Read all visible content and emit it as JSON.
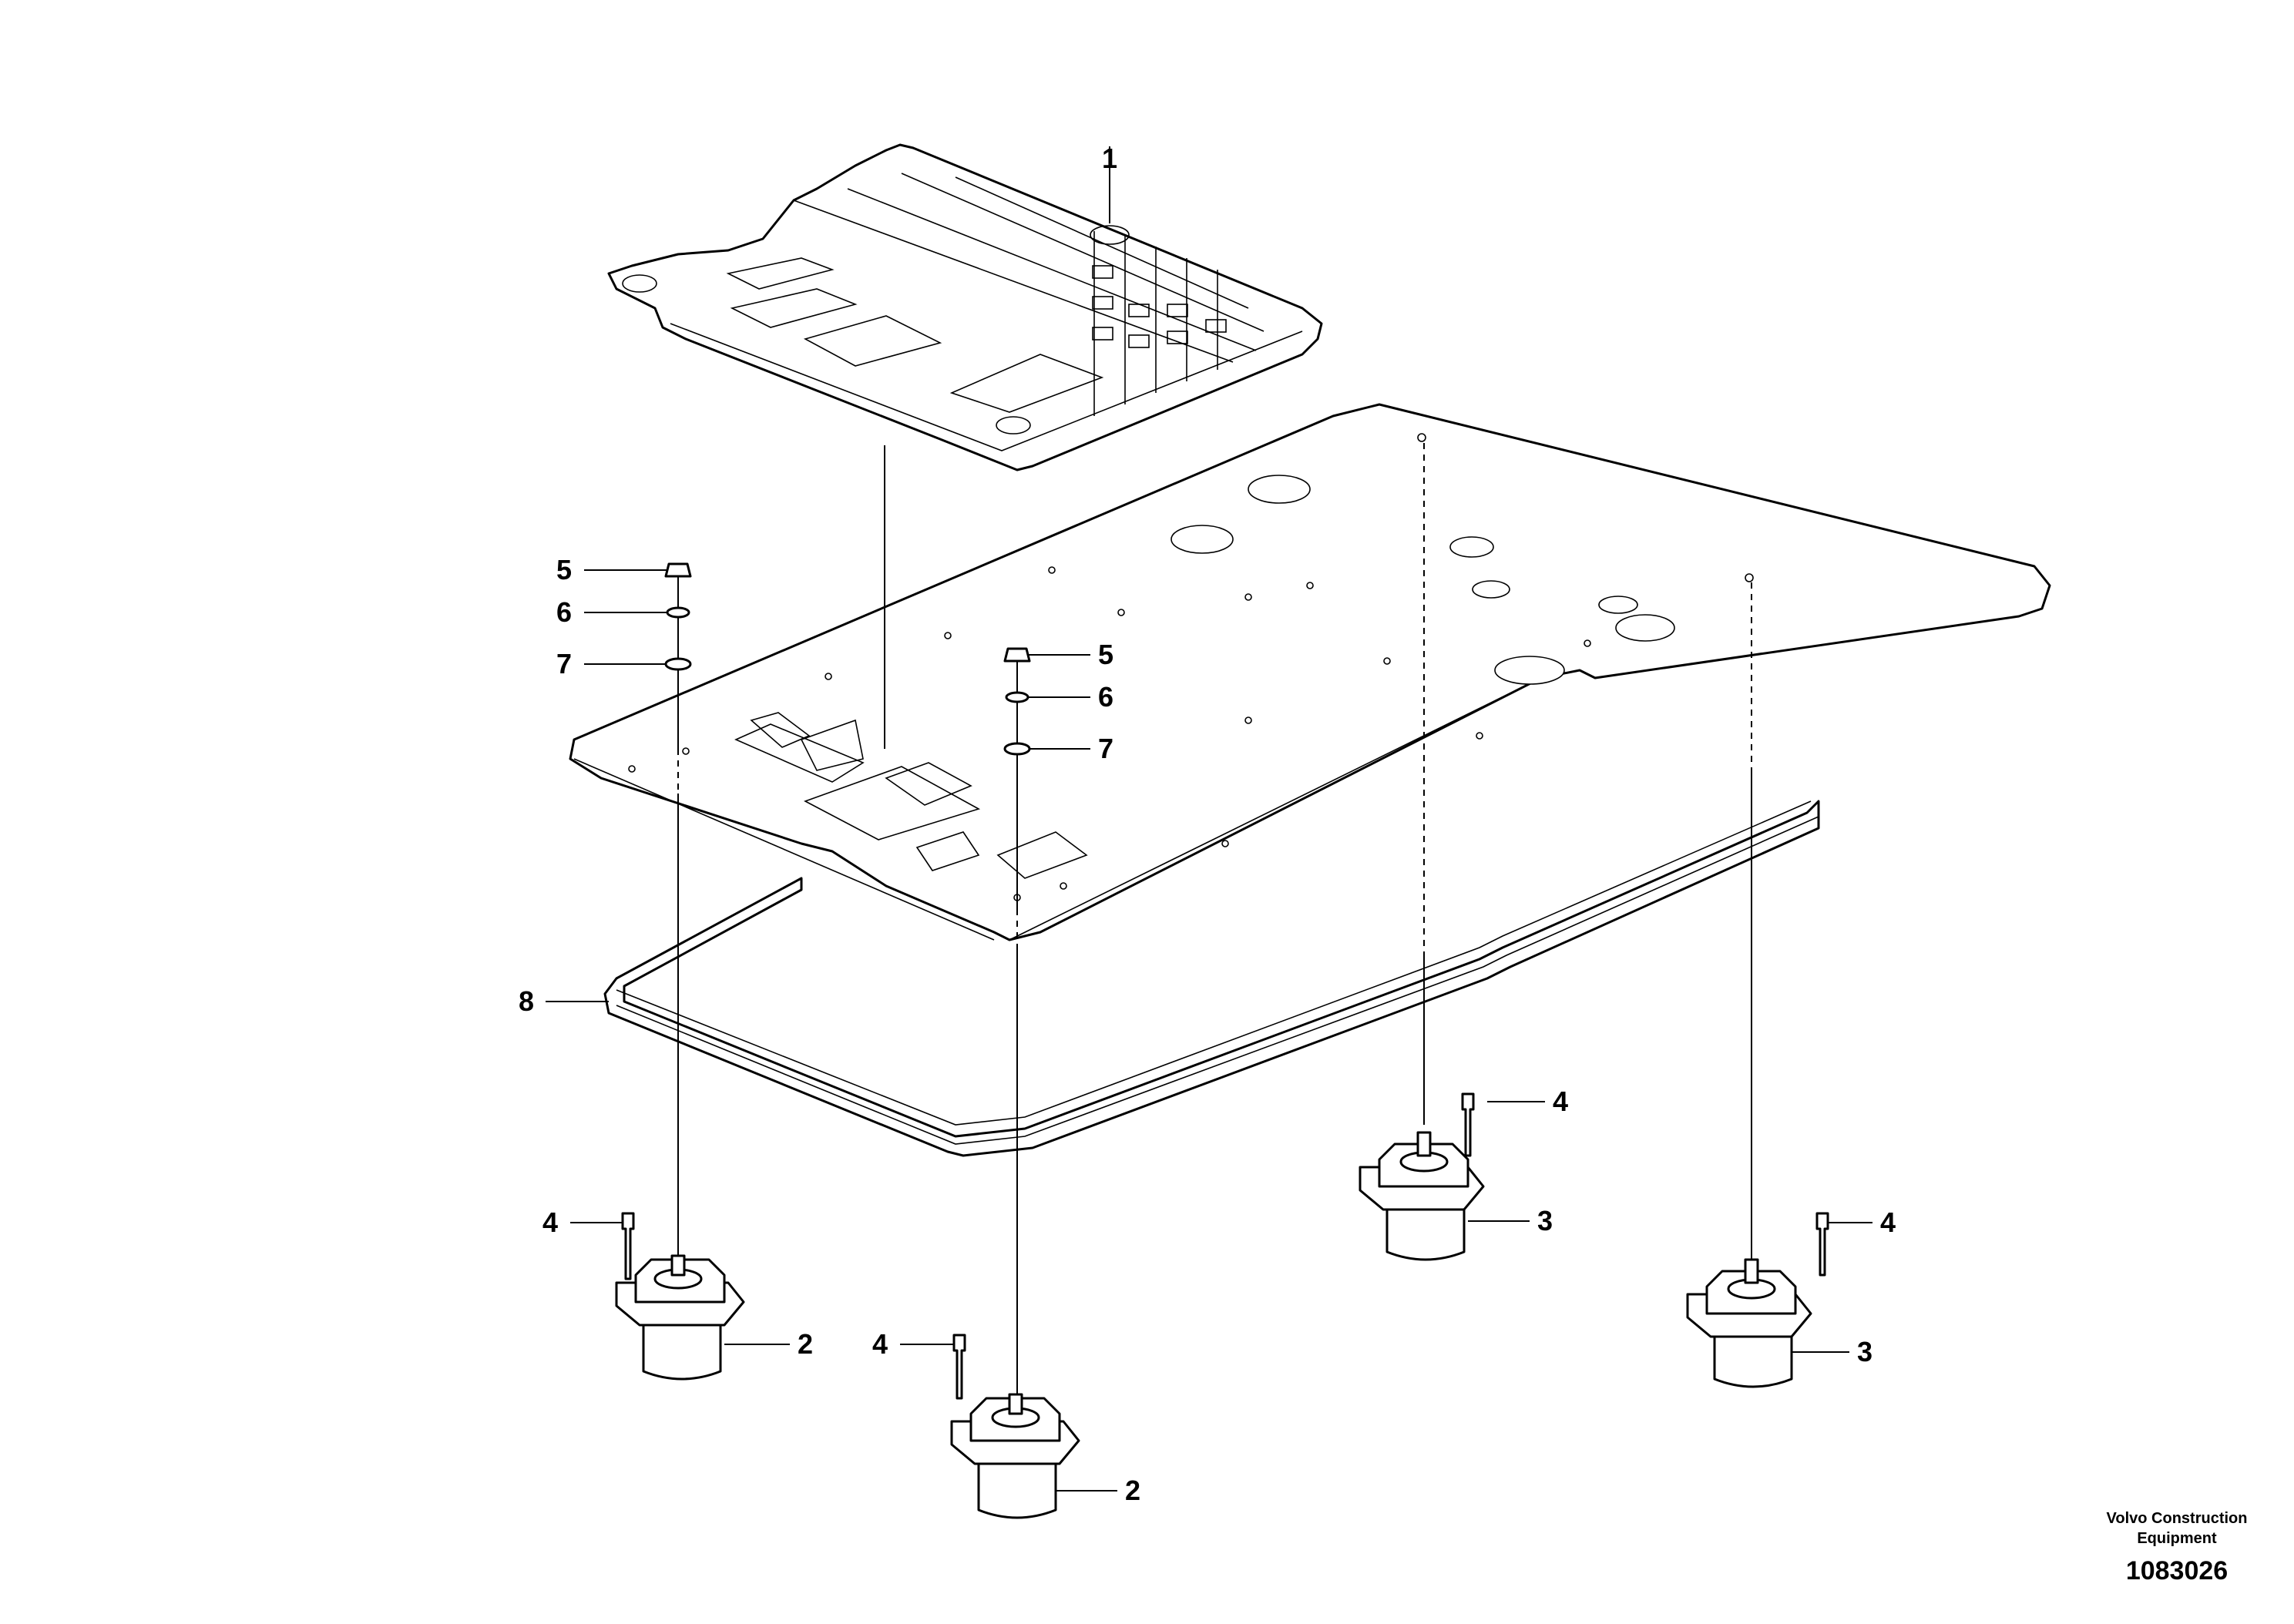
{
  "callouts": {
    "c1": "1",
    "c5a": "5",
    "c6a": "6",
    "c7a": "7",
    "c5b": "5",
    "c6b": "6",
    "c7b": "7",
    "c8": "8",
    "c4a": "4",
    "c4b": "4",
    "c4c": "4",
    "c4d": "4",
    "c2a": "2",
    "c2b": "2",
    "c3a": "3",
    "c3b": "3"
  },
  "branding": {
    "line1": "Volvo Construction",
    "line2": "Equipment",
    "doc_number": "1083026"
  }
}
